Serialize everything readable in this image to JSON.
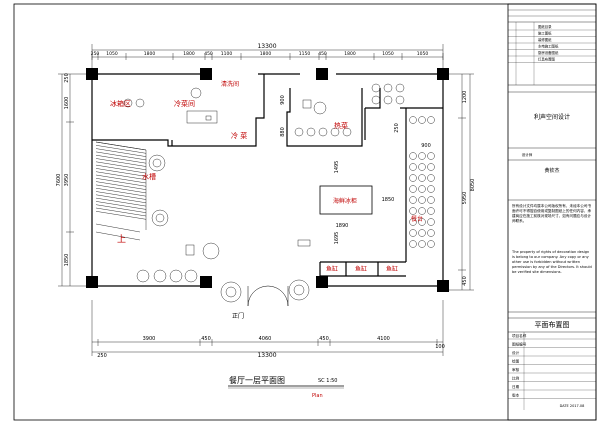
{
  "drawing": {
    "title": "餐厅一层平面图",
    "scale": "SC 1:50",
    "subtitle": "Plan"
  },
  "dimensions": {
    "top_total": "13300",
    "top_segments": [
      "250",
      "1050",
      "1800",
      "1800",
      "450",
      "1100",
      "1800",
      "1150",
      "450",
      "1800",
      "1050",
      "1050"
    ],
    "bottom_segments": [
      "3900",
      "450",
      "4060",
      "450",
      "4100"
    ],
    "bottom_total": "13300",
    "bottom_edge_left": "250",
    "bottom_edge_right": "100",
    "left_outer": [
      "7600"
    ],
    "left_inner": [
      "1600",
      "3950",
      "1850"
    ],
    "left_top": "250",
    "right_outer": [
      "8050"
    ],
    "right_inner": [
      "1200",
      "5950",
      "450"
    ],
    "inner": [
      "900",
      "880",
      "1495",
      "1850",
      "1890",
      "1695",
      "900",
      "250"
    ]
  },
  "rooms": {
    "fridge_area": "冰箱区",
    "cold_room": "冷菜间",
    "wash_room": "清洗间",
    "cold_dish": "冷 菜",
    "hot_dish": "热菜",
    "seafood_tank": "海鲜冰柜",
    "fish_tank_1": "鱼缸",
    "fish_tank_2": "鱼缸",
    "fish_tank_3": "鱼缸",
    "sink": "水槽",
    "dishwasher": "餐台",
    "up": "上",
    "entrance": "正门"
  },
  "title_block": {
    "revisions": [
      "图纸目录",
      "施工图纸",
      "装修图纸",
      "水电施工图纸",
      "厨房设备图纸",
      "灯具布置图"
    ],
    "company": "利声空间设计",
    "designer_label": "设计师",
    "designer": "黄钦杰",
    "notes_cn": "所有设计文件均属本公司版权所有，未经本公司书面许可不得擅自使用或复制图纸上的任何内容，承建商应在施工前核对现场尺寸，如有问题应与设计师联系。",
    "notes_en": "The property of rights of decoration design is belong to our company. Any copy or any other use is forbidden without written permission by any of the Directors. It should be verified site dimensions.",
    "sheet_title": "平面布置图",
    "rows": [
      "项目名称",
      "图纸编号",
      "设计",
      "绘图",
      "审核",
      "比例",
      "日期",
      "版本"
    ],
    "date": "DATE 2017.08"
  },
  "colors": {
    "wall": "#000000",
    "red_label": "#c00000",
    "blue_label": "#1a3fd0"
  }
}
